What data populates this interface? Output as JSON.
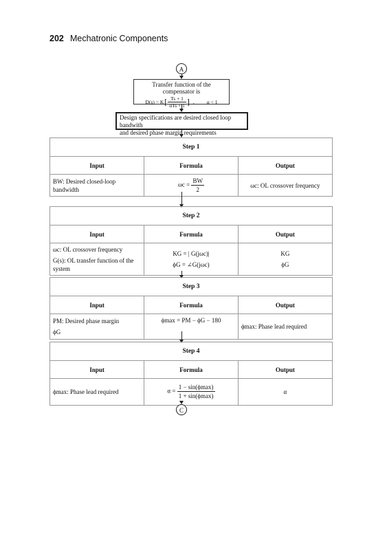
{
  "header": {
    "page_number": "202",
    "title": "Mechatronic Components"
  },
  "connectors": {
    "start": "A",
    "end": "C"
  },
  "compensator": {
    "line1": "Transfer function of the compensator is",
    "eq_lhs": "D(s) = K",
    "eq_num": "Ts + 1",
    "eq_den": "αTs + 1",
    "eq_cond": "α < 1"
  },
  "design_spec": {
    "line1": "Design specifications are desired closed loop bandwith",
    "line2": "and desired phase margin requirements"
  },
  "headers": {
    "input": "Input",
    "formula": "Formula",
    "output": "Output"
  },
  "steps": [
    {
      "title": "Step 1",
      "input": [
        "BW: Desired closed-loop",
        "bandwidth"
      ],
      "formula": {
        "lhs": "ωc =",
        "num": "BW",
        "den": "2"
      },
      "output": [
        "ωc: OL crossover frequency"
      ]
    },
    {
      "title": "Step 2",
      "input": [
        "ωc: OL crossover frequency",
        "G(s): OL transfer function of the",
        "system"
      ],
      "formula": [
        "KG = | G(jωc)|",
        "ϕG = ∠G(jωc)"
      ],
      "output": [
        "KG",
        "ϕG"
      ]
    },
    {
      "title": "Step 3",
      "input": [
        "PM: Desired phase margin",
        "ϕG"
      ],
      "formula": [
        "ϕmax = PM − ϕG − 180"
      ],
      "output": [
        "ϕmax: Phase lead required"
      ]
    },
    {
      "title": "Step 4",
      "input": [
        "ϕmax: Phase lead required"
      ],
      "formula": {
        "lhs": "α =",
        "num": "1 − sin(ϕmax)",
        "den": "1 + sin(ϕmax)"
      },
      "output": [
        "α"
      ]
    }
  ]
}
